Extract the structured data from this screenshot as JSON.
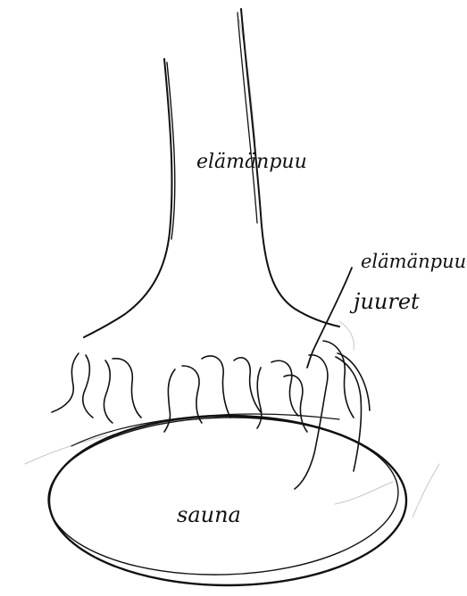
{
  "labels": {
    "trunk": "elämänpuu",
    "roots_line1": "elämänpuun",
    "roots_line2": "juuret",
    "sauna": "sauna"
  },
  "colors": {
    "ink": "#111111",
    "faint": "#c7c7c7",
    "paper": "#ffffff"
  }
}
